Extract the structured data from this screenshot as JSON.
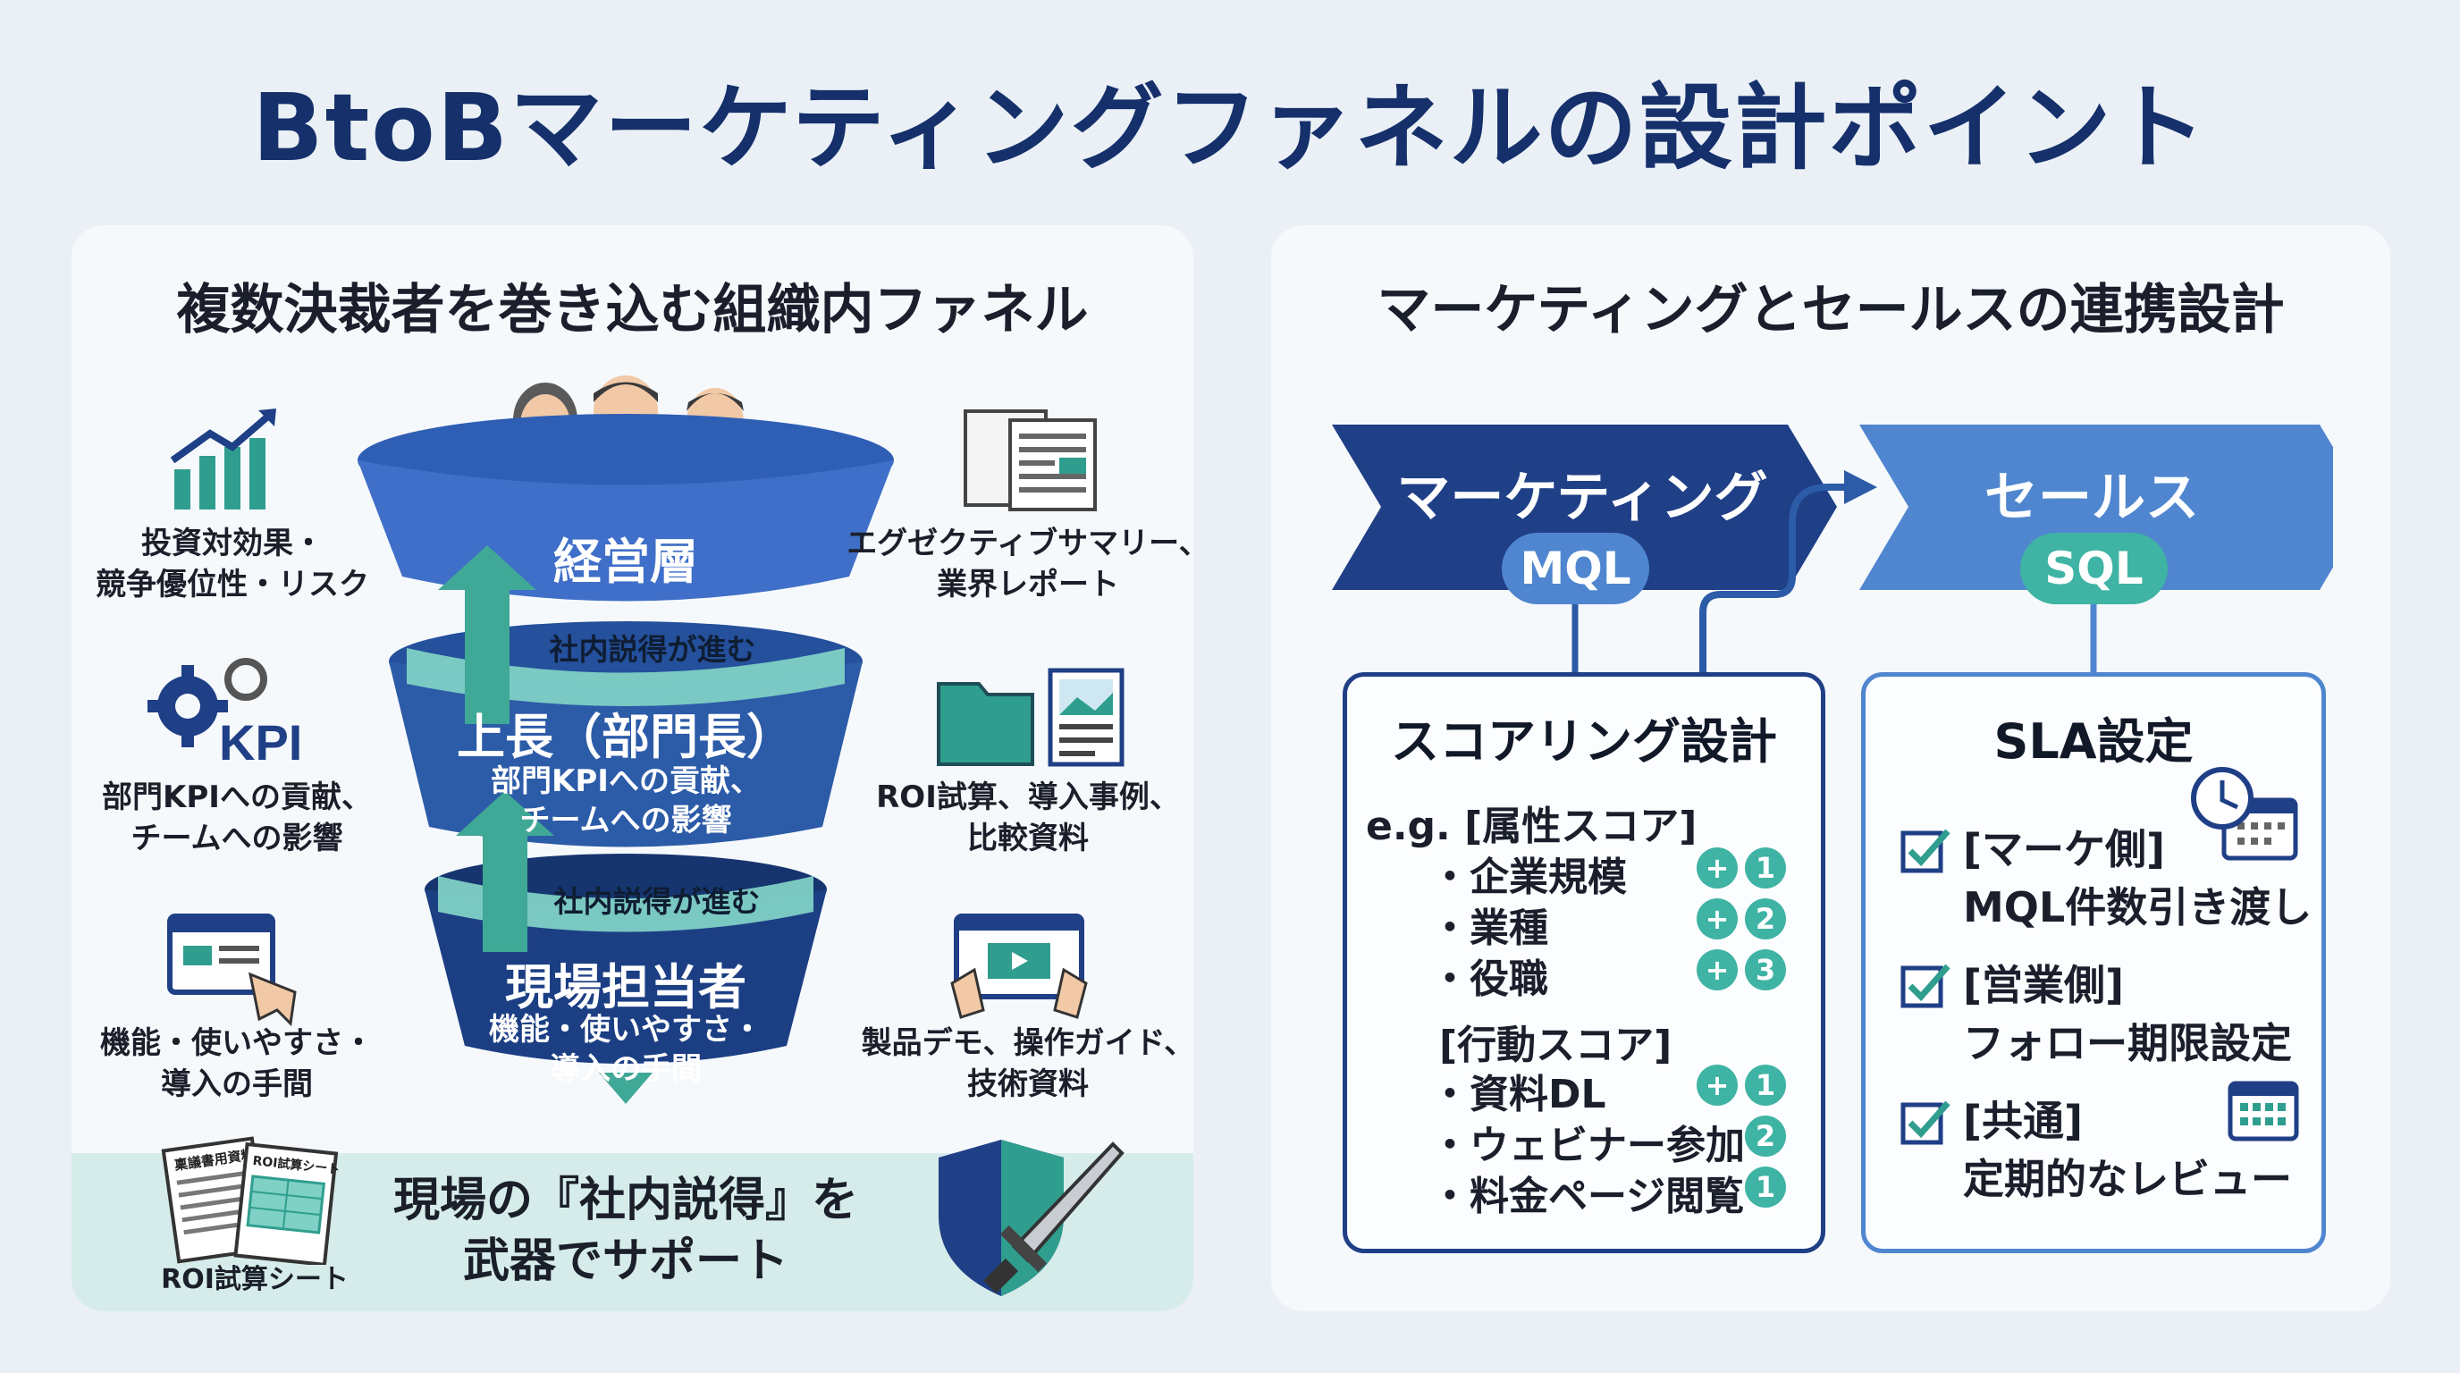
{
  "title": "BtoBマーケティングファネルの設計ポイント",
  "left": {
    "title": "複数決裁者を巻き込む組織内ファネル",
    "funnel": {
      "top": {
        "title": "経営層"
      },
      "middle": {
        "title": "上長（部門長）",
        "sub": "部門KPIへの貢献、\nチームへの影響"
      },
      "bottom": {
        "title": "現場担当者",
        "sub": "機能・使いやすさ・\n導入の手間"
      },
      "push_label_1": "社内説得が進む",
      "push_label_2": "社内説得が進む"
    },
    "side_labels": {
      "left_top": "投資対効果・\n競争優位性・リスク",
      "left_mid": "部門KPIへの貢献、\nチームへの影響",
      "left_bot": "機能・使いやすさ・\n導入の手間",
      "right_top": "エグゼクティブサマリー、\n業界レポート",
      "right_mid": "ROI試算、導入事例、\n比較資料",
      "right_bot": "製品デモ、操作ガイド、\n技術資料",
      "kpi_icon_text": "KPI"
    },
    "bottom": {
      "doc1_label": "稟議書用資料",
      "doc2_label": "ROI試算シート",
      "caption": "ROI試算シート",
      "message": "現場の『社内説得』を\n武器でサポート"
    }
  },
  "right": {
    "title": "マーケティングとセールスの連携設計",
    "marketing": {
      "label": "マーケティング",
      "pill": "MQL"
    },
    "sales": {
      "label": "セールス",
      "pill": "SQL"
    },
    "scoring": {
      "title": "スコアリング設計",
      "attr_header": "e.g. [属性スコア]",
      "attr_items": [
        {
          "text": "・企業規模",
          "plus": "+",
          "score": "1"
        },
        {
          "text": "・業種",
          "plus": "+",
          "score": "2"
        },
        {
          "text": "・役職",
          "plus": "+",
          "score": "3"
        }
      ],
      "behav_header": "[行動スコア]",
      "behav_items": [
        {
          "text": "・資料DL",
          "plus": "+",
          "score": "1"
        },
        {
          "text": "・ウェビナー参加",
          "score": "2"
        },
        {
          "text": "・料金ページ閲覧",
          "score": "1"
        }
      ]
    },
    "sla": {
      "title": "SLA設定",
      "items": [
        {
          "text": "[マーケ側]\nMQL件数引き渡し"
        },
        {
          "text": "[営業側]\nフォロー期限設定"
        },
        {
          "text": "[共通]\n定期的なレビュー"
        }
      ]
    }
  },
  "colors": {
    "navy": "#15306b",
    "funnel_top": "#3f6fc8",
    "funnel_mid": "#2c5ba8",
    "funnel_bot": "#1c3f84",
    "teal": "#3fb3a4",
    "chevron_marketing": "#1f3f86",
    "chevron_sales": "#4f86cf"
  }
}
